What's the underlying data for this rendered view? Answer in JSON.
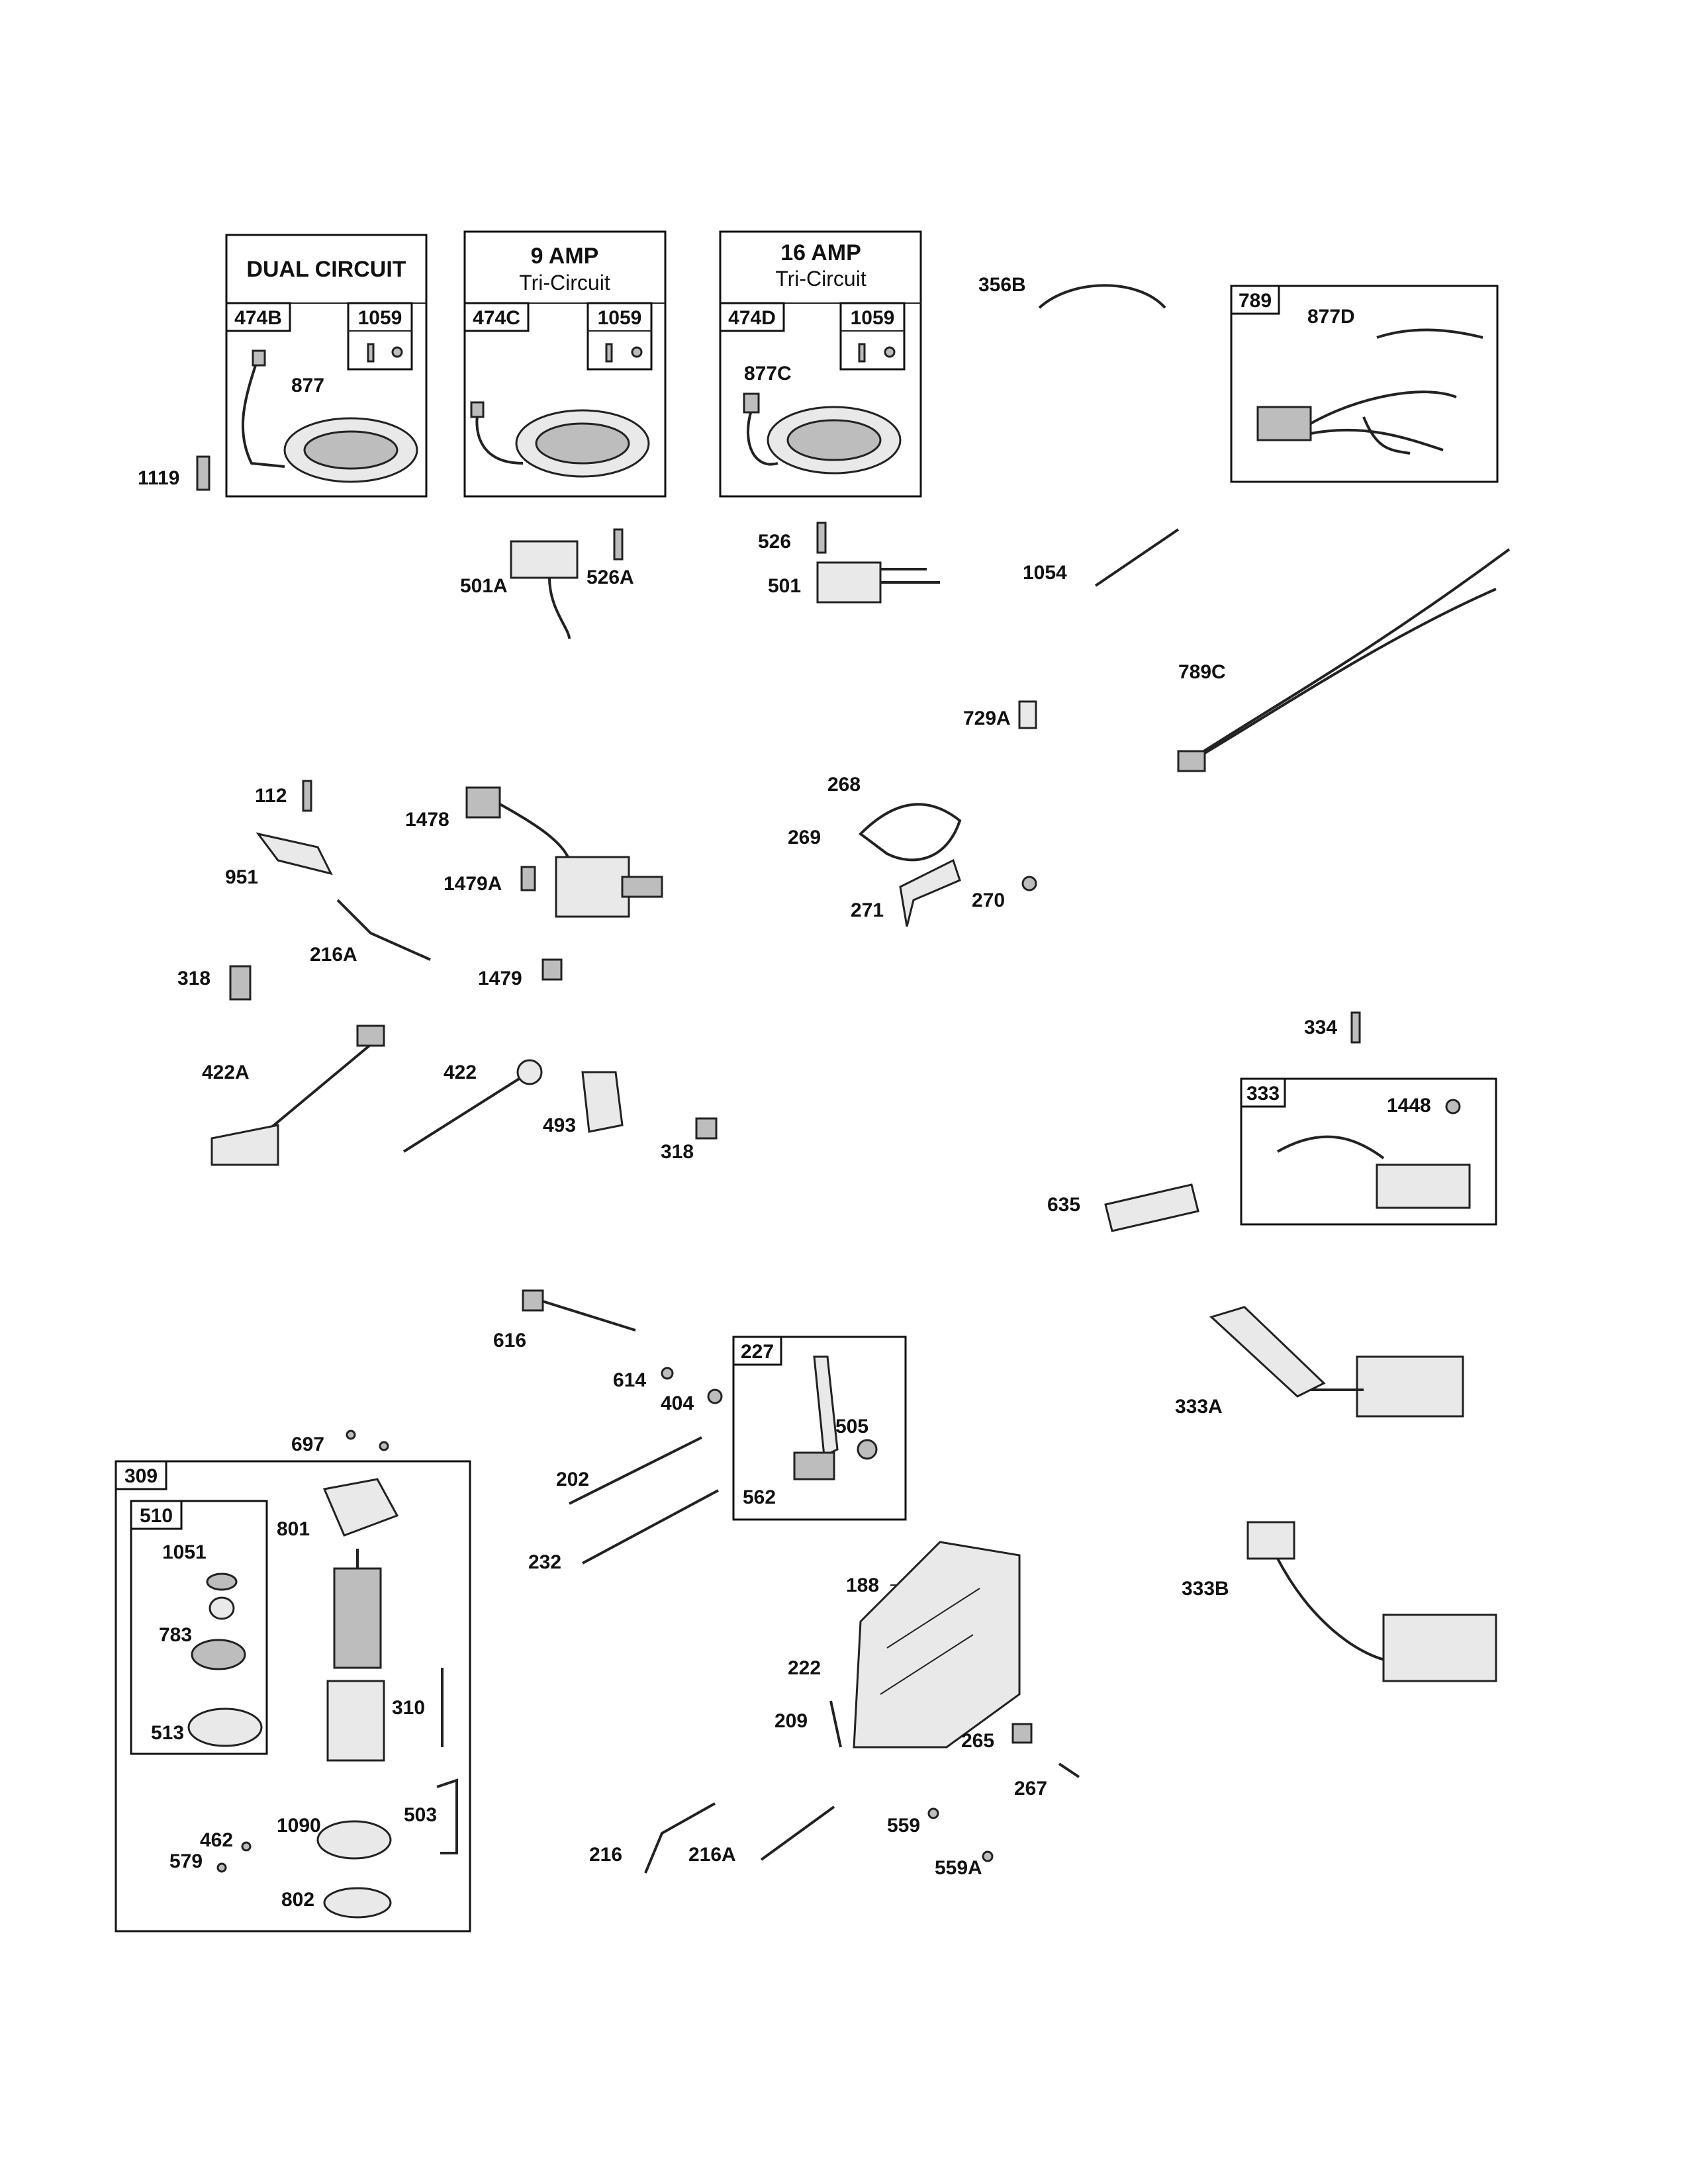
{
  "kits": {
    "dual_circuit": {
      "title": "DUAL CIRCUIT",
      "part": "474B",
      "sub": "1059",
      "wire": "877"
    },
    "nine_amp": {
      "title": "9  AMP",
      "subtitle": "Tri-Circuit",
      "part": "474C",
      "sub": "1059"
    },
    "sixteen_amp": {
      "title": "16  AMP",
      "subtitle": "Tri-Circuit",
      "part": "474D",
      "sub": "1059",
      "wire": "877C"
    },
    "harness_kit": {
      "part": "789",
      "wire": "877D"
    }
  },
  "boxes": {
    "ignition": {
      "part": "333",
      "nut": "1448"
    },
    "throttle": {
      "part": "227",
      "spring": "505",
      "screw": "562"
    },
    "starter": {
      "part": "309"
    },
    "drive": {
      "part": "510"
    }
  },
  "labels": [
    "1119",
    "356B",
    "501A",
    "526A",
    "526",
    "501",
    "1054",
    "789C",
    "729A",
    "112",
    "1478",
    "951",
    "1479A",
    "216A",
    "318",
    "1479",
    "422A",
    "422",
    "493",
    "318",
    "268",
    "269",
    "271",
    "270",
    "334",
    "635",
    "616",
    "614",
    "404",
    "697",
    "202",
    "232",
    "333A",
    "333B",
    "1051",
    "801",
    "783",
    "513",
    "310",
    "503",
    "462",
    "579",
    "1090",
    "802",
    "188",
    "222",
    "209",
    "265",
    "267",
    "559",
    "559A",
    "216",
    "216A"
  ]
}
